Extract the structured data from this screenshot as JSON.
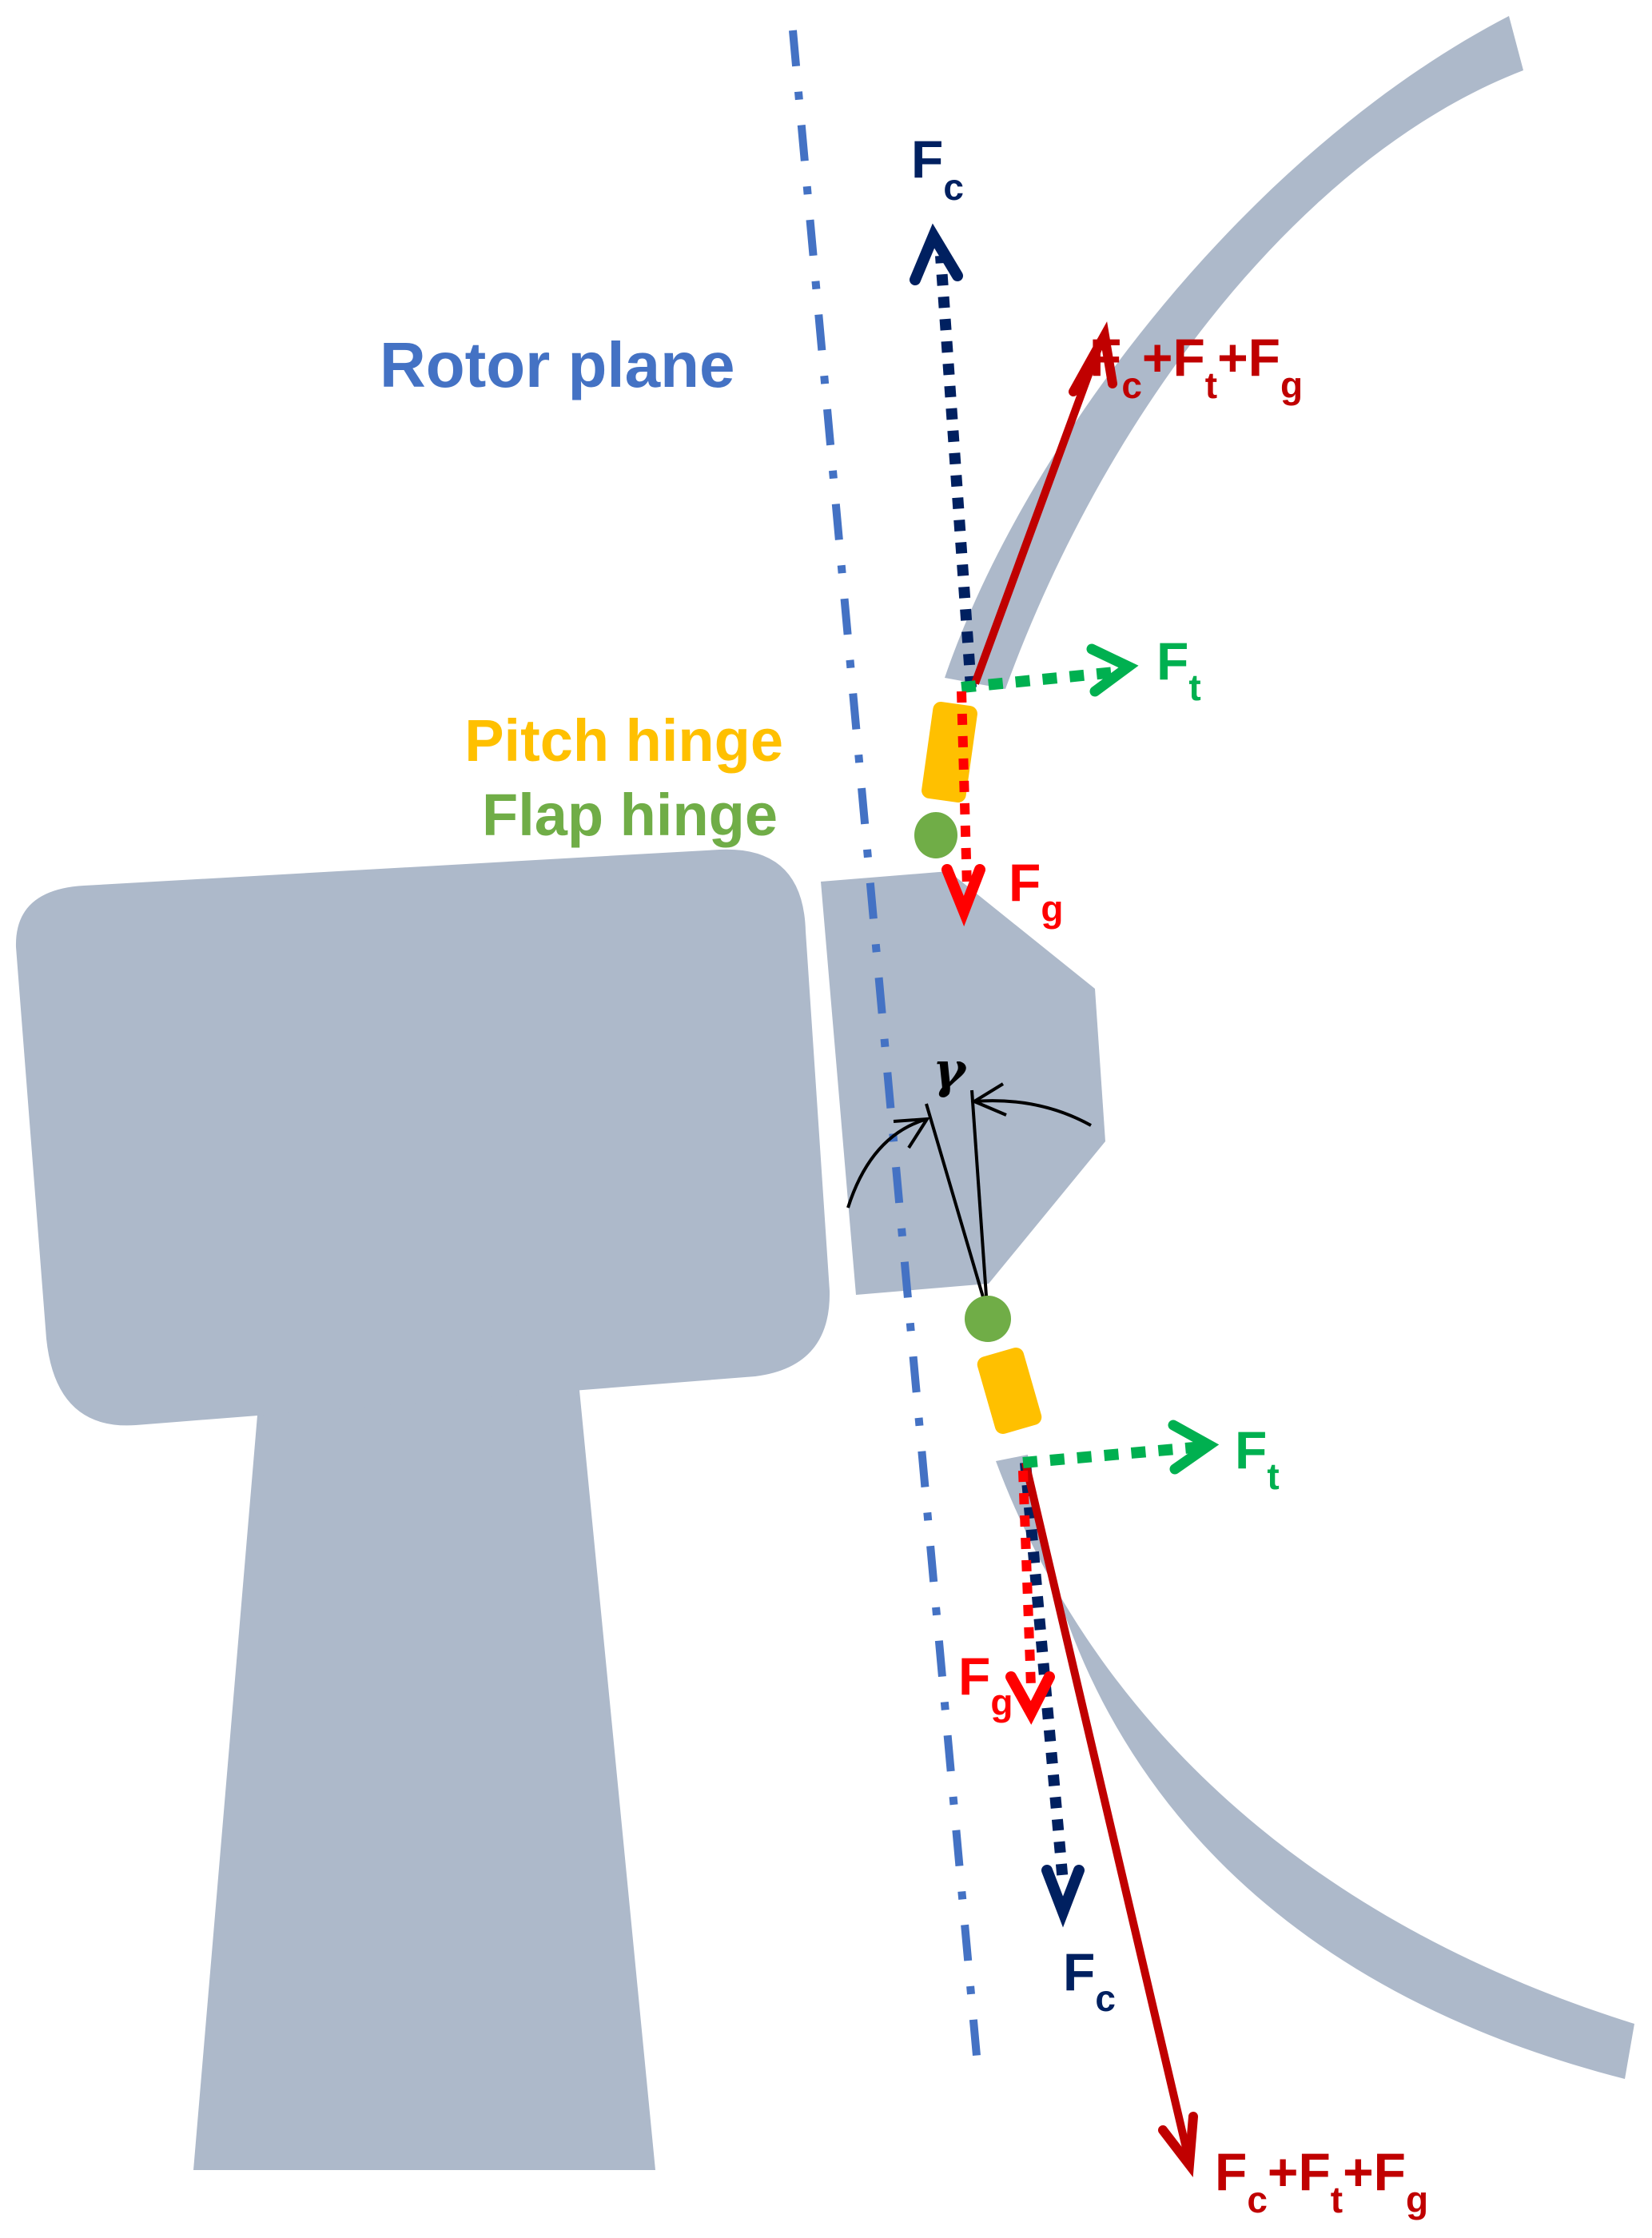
{
  "diagram": {
    "title": "Wind turbine rotor with pitch and flap hinges — force decomposition",
    "colors": {
      "structure": "#ADB9CA",
      "rotor_plane": "#4472C4",
      "pitch_hinge": "#FFC000",
      "flap_hinge": "#70AD47",
      "centrifugal": "#002060",
      "resultant": "#C00000",
      "gravity": "#FF0000",
      "thrust": "#00B050",
      "angle": "#000000"
    },
    "labels": {
      "rotor_plane": "Rotor plane",
      "pitch_hinge": "Pitch hinge",
      "flap_hinge": "Flap hinge",
      "gamma": "γ"
    },
    "forces": {
      "top": {
        "centrifugal": {
          "main": "F",
          "sub": "c"
        },
        "thrust": {
          "main": "F",
          "sub": "t"
        },
        "gravity": {
          "main": "F",
          "sub": "g"
        },
        "resultant": {
          "parts": [
            {
              "main": "F",
              "sub": "c"
            },
            {
              "op": "+"
            },
            {
              "main": "F",
              "sub": "t"
            },
            {
              "op": "+"
            },
            {
              "main": "F",
              "sub": "g"
            }
          ]
        }
      },
      "bottom": {
        "centrifugal": {
          "main": "F",
          "sub": "c"
        },
        "thrust": {
          "main": "F",
          "sub": "t"
        },
        "gravity": {
          "main": "F",
          "sub": "g"
        },
        "resultant": {
          "parts": [
            {
              "main": "F",
              "sub": "c"
            },
            {
              "op": "+"
            },
            {
              "main": "F",
              "sub": "t"
            },
            {
              "op": "+"
            },
            {
              "main": "F",
              "sub": "g"
            }
          ]
        }
      }
    }
  }
}
